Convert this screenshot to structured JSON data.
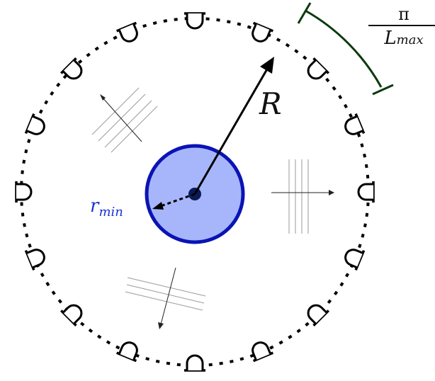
{
  "labels": {
    "outer_radius": "R",
    "inner_radius_main": "r",
    "inner_radius_sub": "min",
    "angle_fraction_numerator": "π",
    "angle_fraction_denominator_main": "L",
    "angle_fraction_denominator_sub": "max"
  },
  "colors": {
    "inner_disk_fill": "#a7b6fb",
    "inner_disk_stroke": "#0a14b4",
    "inner_radius_label": "#1a33d6",
    "arc_indicator": "#0c3a0c",
    "outer_circle": "#000000"
  }
}
